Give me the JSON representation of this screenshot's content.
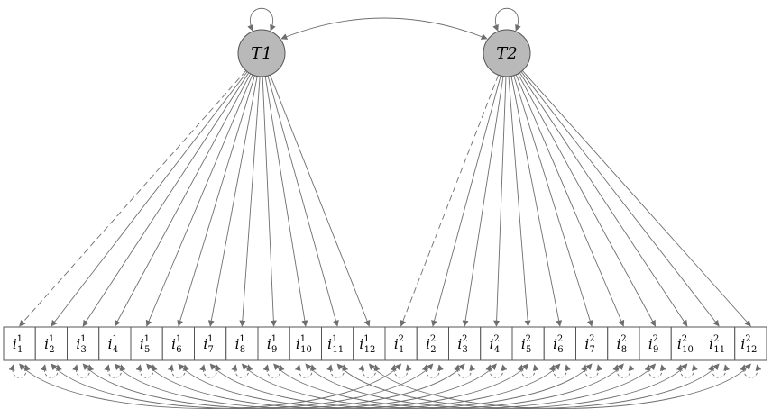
{
  "latents": [
    {
      "id": "T1",
      "label": "T1"
    },
    {
      "id": "T2",
      "label": "T2"
    }
  ],
  "items": [
    {
      "name": "i",
      "sup": "1",
      "sub": "1",
      "factor": "T1",
      "loading": "fixed"
    },
    {
      "name": "i",
      "sup": "1",
      "sub": "2",
      "factor": "T1",
      "loading": "free"
    },
    {
      "name": "i",
      "sup": "1",
      "sub": "3",
      "factor": "T1",
      "loading": "free"
    },
    {
      "name": "i",
      "sup": "1",
      "sub": "4",
      "factor": "T1",
      "loading": "free"
    },
    {
      "name": "i",
      "sup": "1",
      "sub": "5",
      "factor": "T1",
      "loading": "free"
    },
    {
      "name": "i",
      "sup": "1",
      "sub": "6",
      "factor": "T1",
      "loading": "free"
    },
    {
      "name": "i",
      "sup": "1",
      "sub": "7",
      "factor": "T1",
      "loading": "free"
    },
    {
      "name": "i",
      "sup": "1",
      "sub": "8",
      "factor": "T1",
      "loading": "free"
    },
    {
      "name": "i",
      "sup": "1",
      "sub": "9",
      "factor": "T1",
      "loading": "free"
    },
    {
      "name": "i",
      "sup": "1",
      "sub": "10",
      "factor": "T1",
      "loading": "free"
    },
    {
      "name": "i",
      "sup": "1",
      "sub": "11",
      "factor": "T1",
      "loading": "free"
    },
    {
      "name": "i",
      "sup": "1",
      "sub": "12",
      "factor": "T1",
      "loading": "free"
    },
    {
      "name": "i",
      "sup": "2",
      "sub": "1",
      "factor": "T2",
      "loading": "fixed"
    },
    {
      "name": "i",
      "sup": "2",
      "sub": "2",
      "factor": "T2",
      "loading": "free"
    },
    {
      "name": "i",
      "sup": "2",
      "sub": "3",
      "factor": "T2",
      "loading": "free"
    },
    {
      "name": "i",
      "sup": "2",
      "sub": "4",
      "factor": "T2",
      "loading": "free"
    },
    {
      "name": "i",
      "sup": "2",
      "sub": "5",
      "factor": "T2",
      "loading": "free"
    },
    {
      "name": "i",
      "sup": "2",
      "sub": "6",
      "factor": "T2",
      "loading": "free"
    },
    {
      "name": "i",
      "sup": "2",
      "sub": "7",
      "factor": "T2",
      "loading": "free"
    },
    {
      "name": "i",
      "sup": "2",
      "sub": "8",
      "factor": "T2",
      "loading": "free"
    },
    {
      "name": "i",
      "sup": "2",
      "sub": "9",
      "factor": "T2",
      "loading": "free"
    },
    {
      "name": "i",
      "sup": "2",
      "sub": "10",
      "factor": "T2",
      "loading": "free"
    },
    {
      "name": "i",
      "sup": "2",
      "sub": "11",
      "factor": "T2",
      "loading": "free"
    },
    {
      "name": "i",
      "sup": "2",
      "sub": "12",
      "factor": "T2",
      "loading": "free"
    }
  ],
  "latent_covariance": [
    "T1",
    "T2"
  ],
  "residual_covariances": "each item i1_k correlated with i2_k",
  "colors": {
    "latent_fill": "#b9b9b9",
    "stroke": "#6e6e6e",
    "box_stroke": "#555555",
    "text": "#000000"
  }
}
